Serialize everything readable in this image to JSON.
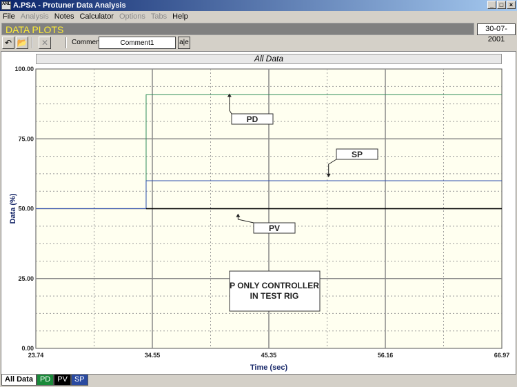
{
  "window": {
    "title": "A.PSA - Protuner Data  Analysis",
    "icon_text": "ANL"
  },
  "menu": [
    {
      "label": "File",
      "enabled": true
    },
    {
      "label": "Analysis",
      "enabled": false
    },
    {
      "label": "Notes",
      "enabled": true
    },
    {
      "label": "Calculator",
      "enabled": true
    },
    {
      "label": "Options",
      "enabled": false
    },
    {
      "label": "Tabs",
      "enabled": false
    },
    {
      "label": "Help",
      "enabled": true
    }
  ],
  "banner": {
    "title": "DATA PLOTS",
    "date": "30-07-2001"
  },
  "toolbar": {
    "comment_label": "Comment",
    "comment_value": "Comment1",
    "font_button": "a|e"
  },
  "tabs": [
    {
      "label": "All Data",
      "color": "#ffffff",
      "text": "#000000"
    },
    {
      "label": "PD",
      "color": "#1a8a3a",
      "text": "#ffffff"
    },
    {
      "label": "PV",
      "color": "#000000",
      "text": "#ffffff"
    },
    {
      "label": "SP",
      "color": "#2a4aa0",
      "text": "#ffffff"
    }
  ],
  "chart_data": {
    "type": "line",
    "title": "All Data",
    "xlabel": "Time (sec)",
    "ylabel": "Data (%)",
    "xlim": [
      23.74,
      66.97
    ],
    "ylim": [
      0,
      100
    ],
    "xticks": [
      "23.74",
      "34.55",
      "45.35",
      "56.16",
      "66.97"
    ],
    "yticks": [
      "0.00",
      "25.00",
      "50.00",
      "75.00",
      "100.00"
    ],
    "grid": true,
    "series": [
      {
        "name": "PD",
        "color": "#2e8b57",
        "x": [
          23.74,
          33.97,
          33.97,
          66.97
        ],
        "y": [
          50,
          50,
          90.8,
          90.8
        ]
      },
      {
        "name": "SP",
        "color": "#3050b0",
        "x": [
          23.74,
          33.97,
          33.97,
          66.97
        ],
        "y": [
          50,
          50,
          60,
          60
        ]
      },
      {
        "name": "PV",
        "color": "#000000",
        "x": [
          33.97,
          66.97
        ],
        "y": [
          50,
          50
        ]
      }
    ],
    "annotations": [
      {
        "text": "PD",
        "target": [
          41.7,
          91
        ]
      },
      {
        "text": "SP",
        "target": [
          50.9,
          61.5
        ]
      },
      {
        "text": "PV",
        "target": [
          42.5,
          48
        ]
      },
      {
        "text": "P ONLY CONTROLLER|IN TEST RIG"
      }
    ]
  }
}
